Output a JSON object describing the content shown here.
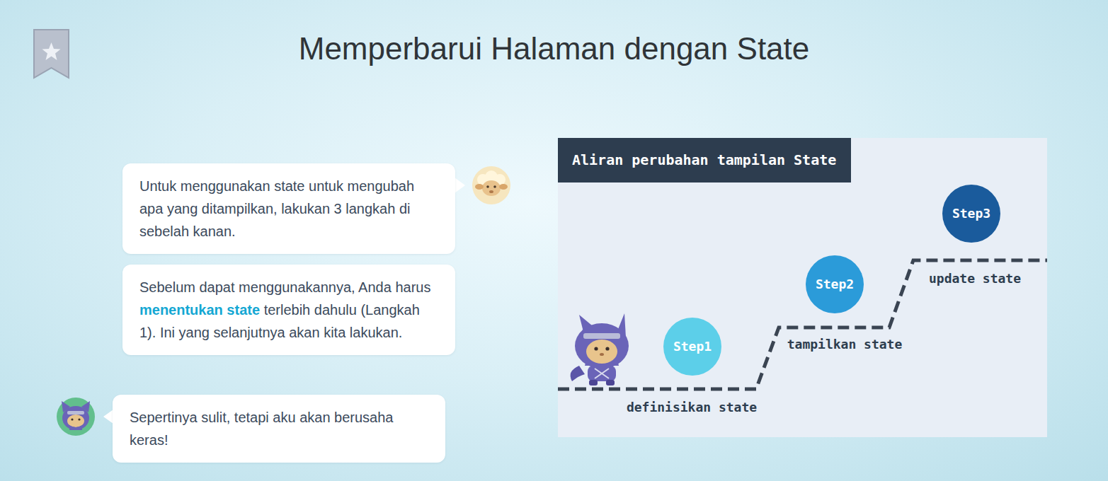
{
  "diagram": {
    "title": "Memperbarui Halaman dengan State",
    "nodes": [
      {
        "text": [
          "Untuk menggunakan state untuk mengubah apa yang ditampilkan, lakukan 3 langkah di sebelah kanan."
        ]
      },
      {
        "text": [
          "Sebelum dapat menggunakannya, Anda harus",
          "menentukan state",
          "terlebih dahulu (Langkah 1). Ini yang selanjutnya akan kita lakukan."
        ]
      },
      {
        "text": [
          "Sepertinya sulit, tetapi aku akan berusaha keras!"
        ]
      },
      {
        "text": [
          "Aliran perubahan tampilan State"
        ]
      },
      {
        "text": [
          "Step1"
        ],
        "in": 3
      },
      {
        "text": [
          "Step2"
        ],
        "in": 3
      },
      {
        "text": [
          "Step3"
        ],
        "in": 3
      }
    ],
    "labels": [
      "definisikan state",
      "tampilkan state",
      "update state"
    ]
  }
}
